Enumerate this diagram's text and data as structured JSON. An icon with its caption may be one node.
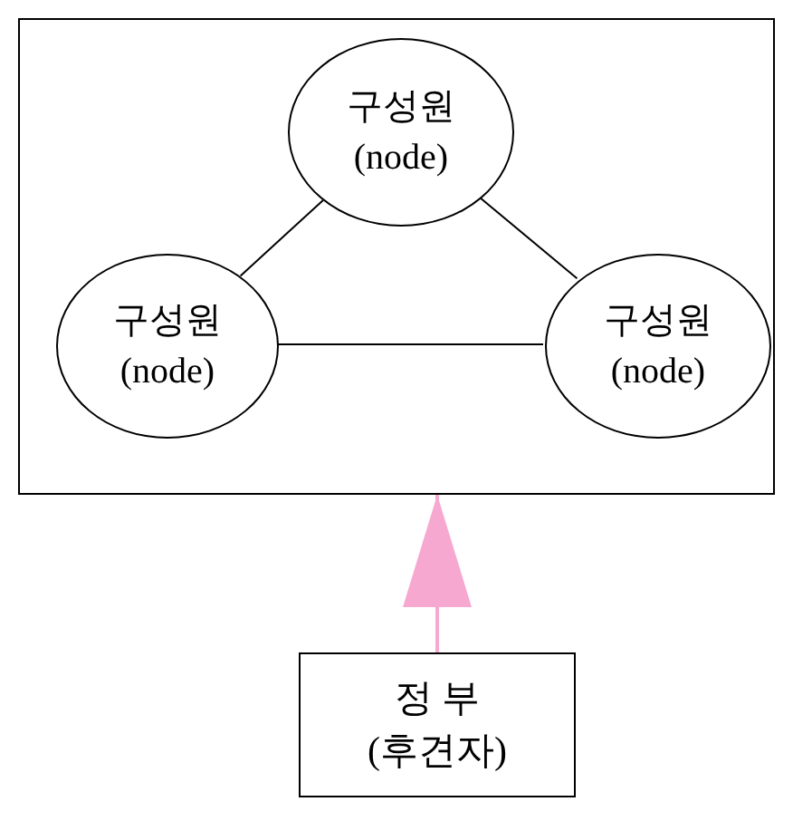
{
  "diagram": {
    "nodes": [
      {
        "text": [],
        "shape": "box"
      },
      {
        "text": [
          "구성원",
          "(node)"
        ],
        "in": 0
      },
      {
        "text": [
          "구성원",
          "(node)"
        ],
        "in": 0
      },
      {
        "text": [
          "구성원",
          "(node)"
        ],
        "in": 0
      },
      {
        "text": [
          "정 부",
          "(후견자)"
        ]
      }
    ],
    "edges": [
      {
        "from": 1,
        "to": 2,
        "arrow": "none"
      },
      {
        "from": 1,
        "to": 3,
        "arrow": "none"
      },
      {
        "from": 2,
        "to": 3,
        "arrow": "none"
      },
      {
        "from": 4,
        "to": 0,
        "arrow": "to",
        "color": "#f7a8d0"
      }
    ]
  }
}
